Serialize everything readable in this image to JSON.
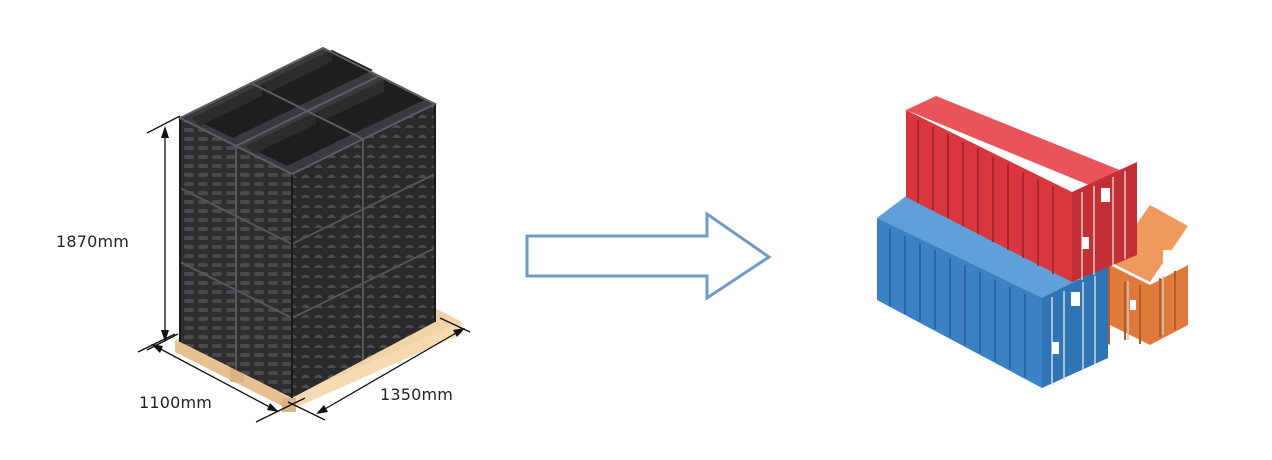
{
  "diagram": {
    "description": "Palletized stack of foldable crates shown with dimensions, arrow pointing to stacked shipping containers",
    "pallet_stack": {
      "dimensions": {
        "height": "1870mm",
        "width": "1100mm",
        "length": "1350mm"
      },
      "crate_columns": 2,
      "crate_rows": 2,
      "crate_layers": 3,
      "colors": {
        "crate_dark": "#2b2b2d",
        "crate_mid": "#3a3a3d",
        "crate_light": "#4d4d51",
        "crate_inner": "#1f1f21",
        "pallet_wood": "#f2d3a8",
        "pallet_wood_dark": "#d9b386",
        "dimension_line": "#111111"
      }
    },
    "arrow": {
      "direction": "right",
      "stroke_color": "#6f9bc6",
      "fill_color": "#ffffff"
    },
    "containers": [
      {
        "name": "red-container",
        "position": "top",
        "color": "#d9363e",
        "shade": "#a8272d",
        "light": "#e8545a"
      },
      {
        "name": "blue-container",
        "position": "bottom-front",
        "color": "#3b82c4",
        "shade": "#2a66a3",
        "light": "#5fa0d9"
      },
      {
        "name": "orange-container",
        "position": "bottom-right",
        "color": "#e07a3a",
        "shade": "#b55c26",
        "light": "#ef9a5c"
      }
    ]
  }
}
